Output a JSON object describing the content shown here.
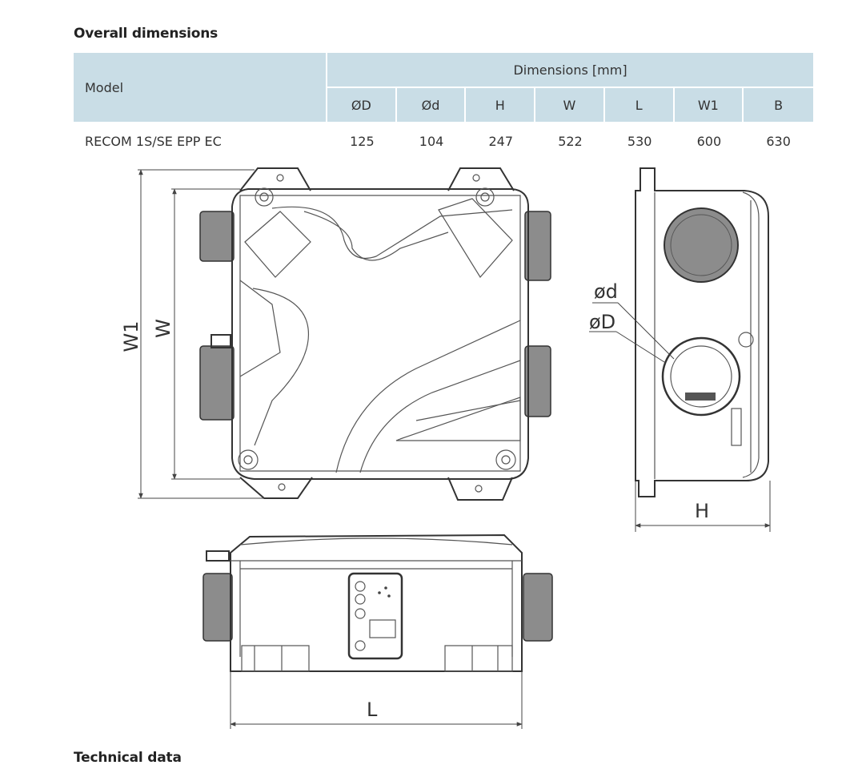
{
  "headings": {
    "overall": "Overall dimensions",
    "technical": "Technical data"
  },
  "table": {
    "model_header": "Model",
    "group_header": "Dimensions [mm]",
    "columns": [
      "ØD",
      "Ød",
      "H",
      "W",
      "L",
      "W1",
      "B"
    ],
    "rows": [
      {
        "model": "RECOM 1S/SE EPP EC",
        "values": [
          "125",
          "104",
          "247",
          "522",
          "530",
          "600",
          "630"
        ]
      }
    ]
  },
  "drawing_labels": {
    "w1": "W1",
    "w": "W",
    "d_small": "ød",
    "d_large": "øD",
    "h": "H",
    "l": "L"
  }
}
